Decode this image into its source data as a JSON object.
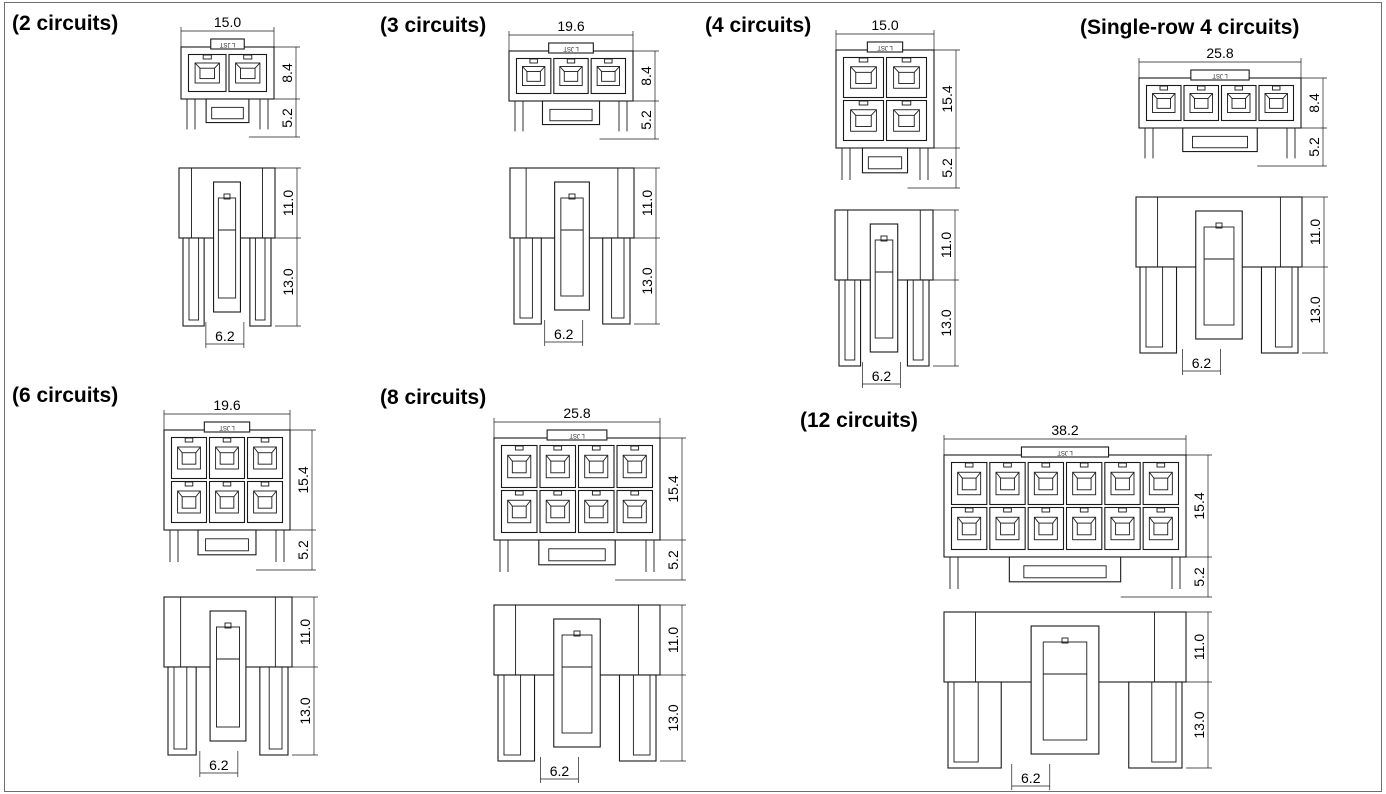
{
  "figure": {
    "groups": [
      {
        "title": "(2 circuits)",
        "cols": 2,
        "rows": 1,
        "single_row": false,
        "front_dims": {
          "width": "15.0",
          "height": "8.4",
          "latch": "5.2"
        },
        "side_dims": {
          "upper": "11.0",
          "lower": "13.0",
          "pitch": "6.2"
        }
      },
      {
        "title": "(3 circuits)",
        "cols": 3,
        "rows": 1,
        "single_row": false,
        "front_dims": {
          "width": "19.6",
          "height": "8.4",
          "latch": "5.2"
        },
        "side_dims": {
          "upper": "11.0",
          "lower": "13.0",
          "pitch": "6.2"
        }
      },
      {
        "title": "(4 circuits)",
        "cols": 2,
        "rows": 2,
        "single_row": false,
        "front_dims": {
          "width": "15.0",
          "height": "15.4",
          "latch": "5.2"
        },
        "side_dims": {
          "upper": "11.0",
          "lower": "13.0",
          "pitch": "6.2"
        }
      },
      {
        "title": "(Single-row 4 circuits)",
        "cols": 4,
        "rows": 1,
        "single_row": true,
        "front_dims": {
          "width": "25.8",
          "height": "8.4",
          "latch": "5.2"
        },
        "side_dims": {
          "upper": "11.0",
          "lower": "13.0",
          "pitch": "6.2"
        }
      },
      {
        "title": "(6 circuits)",
        "cols": 3,
        "rows": 2,
        "single_row": false,
        "front_dims": {
          "width": "19.6",
          "height": "15.4",
          "latch": "5.2"
        },
        "side_dims": {
          "upper": "11.0",
          "lower": "13.0",
          "pitch": "6.2"
        }
      },
      {
        "title": "(8 circuits)",
        "cols": 4,
        "rows": 2,
        "single_row": false,
        "front_dims": {
          "width": "25.8",
          "height": "15.4",
          "latch": "5.2"
        },
        "side_dims": {
          "upper": "11.0",
          "lower": "13.0",
          "pitch": "6.2"
        }
      },
      {
        "title": "(12 circuits)",
        "cols": 6,
        "rows": 2,
        "single_row": false,
        "front_dims": {
          "width": "38.2",
          "height": "15.4",
          "latch": "5.2"
        },
        "side_dims": {
          "upper": "11.0",
          "lower": "13.0",
          "pitch": "6.2"
        }
      }
    ],
    "mould_mark": "L JST"
  }
}
